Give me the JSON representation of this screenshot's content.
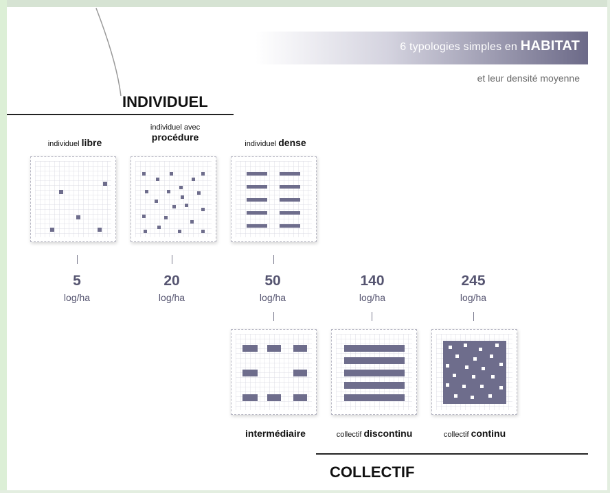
{
  "header": {
    "title_prefix": "6 typologies simples en",
    "title_emphasis": "HABITAT",
    "subtitle": "et leur densité moyenne"
  },
  "sections": {
    "individuel": "INDIVIDUEL",
    "collectif": "COLLECTIF"
  },
  "typologies": [
    {
      "prefix": "individuel",
      "emphasis": "libre",
      "density": "5",
      "unit": "log/ha"
    },
    {
      "prefix": "individuel avec",
      "emphasis": "procédure",
      "density": "20",
      "unit": "log/ha"
    },
    {
      "prefix": "individuel",
      "emphasis": "dense",
      "density": "50",
      "unit": "log/ha"
    },
    {
      "prefix": "",
      "emphasis": "intermédiaire",
      "density": "140",
      "unit": "log/ha"
    },
    {
      "prefix": "collectif",
      "emphasis": "discontinu",
      "density": "245",
      "unit": "log/ha"
    },
    {
      "prefix": "collectif",
      "emphasis": "continu"
    }
  ],
  "colors": {
    "accent": "#6c6a88",
    "block": "#6e6d8c",
    "grid": "#dcdce6",
    "text_density": "#555470"
  }
}
